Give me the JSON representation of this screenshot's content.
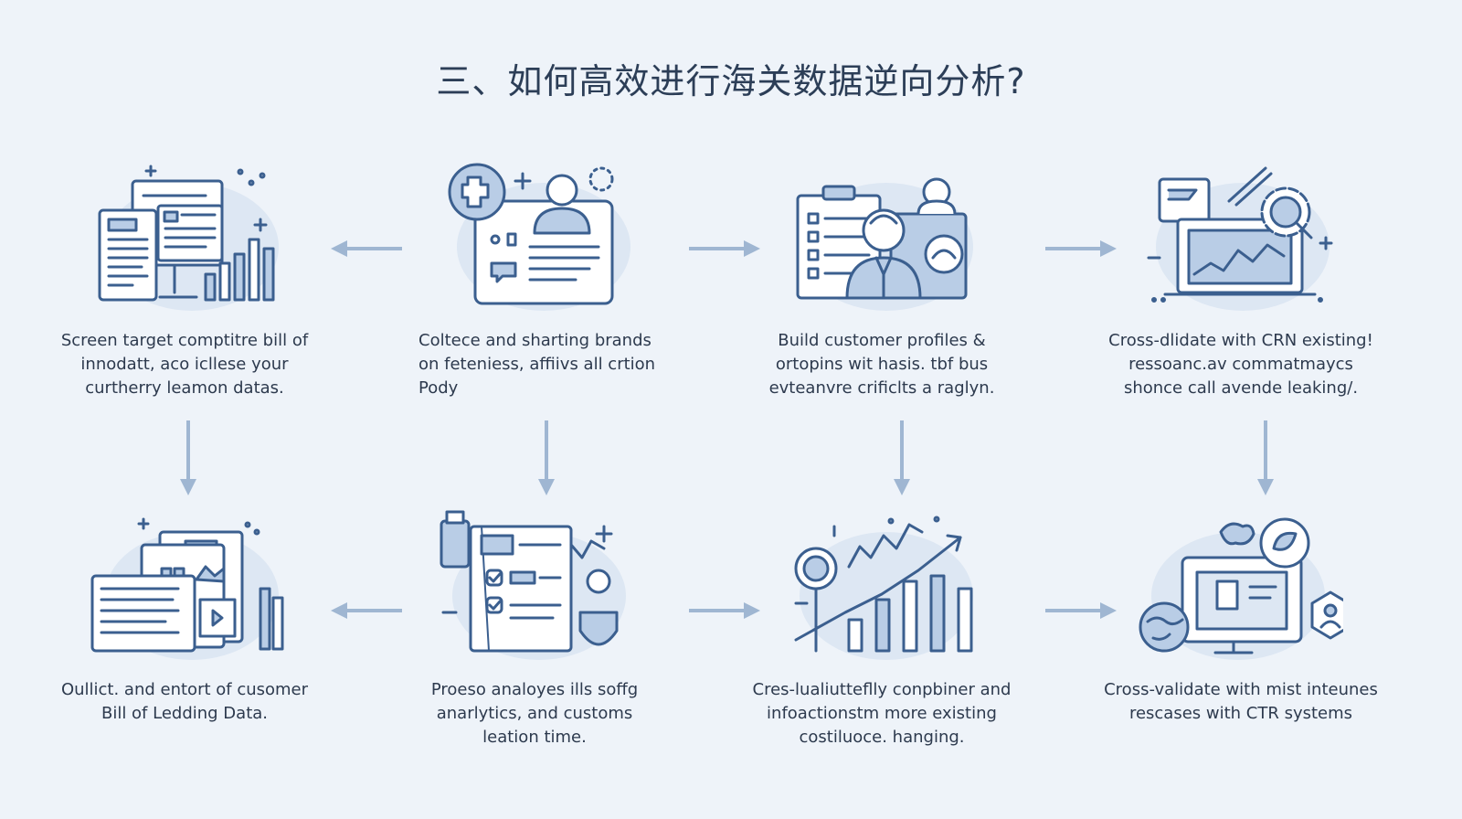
{
  "title": "三、如何高效进行海关数据逆向分析?",
  "colors": {
    "background": "#eef3f9",
    "icon_stroke": "#3b5f8f",
    "icon_fill": "#b9cde6",
    "icon_halo": "#dde7f3",
    "arrow": "#9fb6d2"
  },
  "steps_top": [
    {
      "icon": "bill-of-lading-documents-icon",
      "lines": [
        "Screen target comptitre bill of",
        "innodatt, aco icllese your",
        "curtherry leamon datas."
      ]
    },
    {
      "icon": "customer-profile-card-icon",
      "lines": [
        "Coltece and sharting brands",
        "on feteniess, affiivs all crtion",
        "Pody"
      ]
    },
    {
      "icon": "business-profile-clipboard-icon",
      "lines": [
        "Build customer profiles &",
        "ortopins wit hasis. tbf bus",
        "evteanvre crificlts a raglyn."
      ]
    },
    {
      "icon": "crm-validation-laptop-icon",
      "lines": [
        "Cross-dlidate with CRN existing!",
        "ressoanc.av commatmaycs",
        "shonce call avende leaking/."
      ]
    }
  ],
  "steps_bottom": [
    {
      "icon": "bill-data-documents-icon",
      "lines": [
        "Oullict. and entort of cusomer",
        "Bill of Ledding Data."
      ]
    },
    {
      "icon": "analytics-checklist-icon",
      "lines": [
        "Proeso analoyes ills soffg",
        "anarlytics, and customs",
        "leation time."
      ]
    },
    {
      "icon": "growth-chart-icon",
      "lines": [
        "Cres-lualiutteflly conpbiner and",
        "infoactionstm more existing",
        "costiluoce. hanging."
      ]
    },
    {
      "icon": "global-validation-monitor-icon",
      "lines": [
        "Cross-validate with mist inteunes",
        "rescases with CTR systems"
      ]
    }
  ]
}
